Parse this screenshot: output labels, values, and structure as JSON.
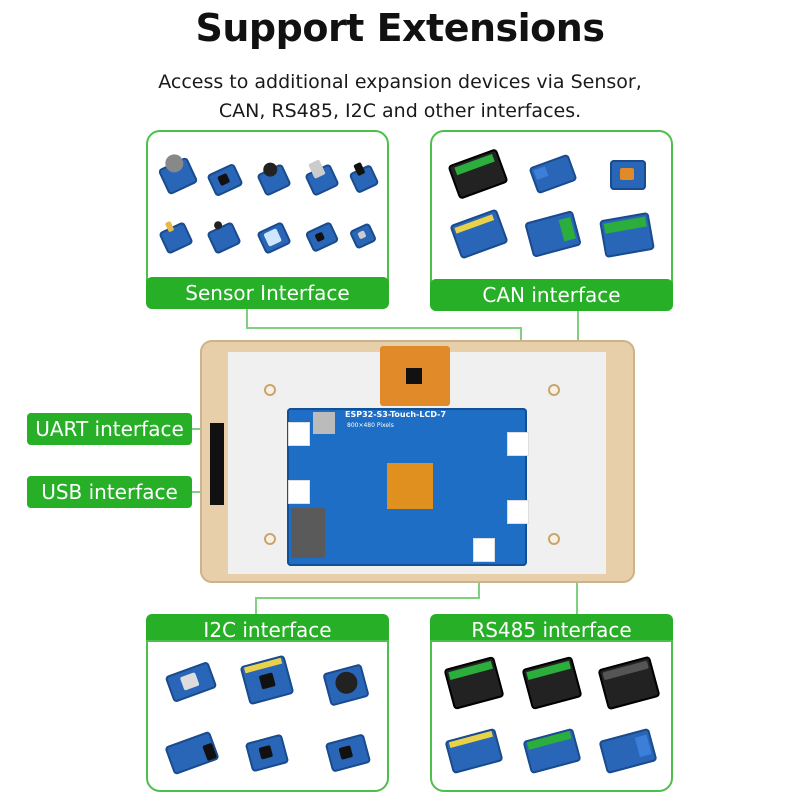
{
  "header": {
    "title": "Support Extensions",
    "subtitle_line1": "Access to additional expansion devices via Sensor,",
    "subtitle_line2": "CAN, RS485, I2C and other interfaces."
  },
  "panels": {
    "sensor": {
      "label": "Sensor Interface"
    },
    "can": {
      "label": "CAN interface"
    },
    "i2c": {
      "label": "I2C interface"
    },
    "rs485": {
      "label": "RS485 interface"
    }
  },
  "side_labels": {
    "uart": "UART interface",
    "usb": "USB interface"
  },
  "board": {
    "silkscreen_title": "ESP32-S3-Touch-LCD-7",
    "silkscreen_sub": "800×480 Pixels"
  },
  "colors": {
    "accent_green": "#27b027",
    "panel_border": "#4cbf4c",
    "connector_line": "#7fd07f",
    "board_blue": "#1d6ec4"
  }
}
